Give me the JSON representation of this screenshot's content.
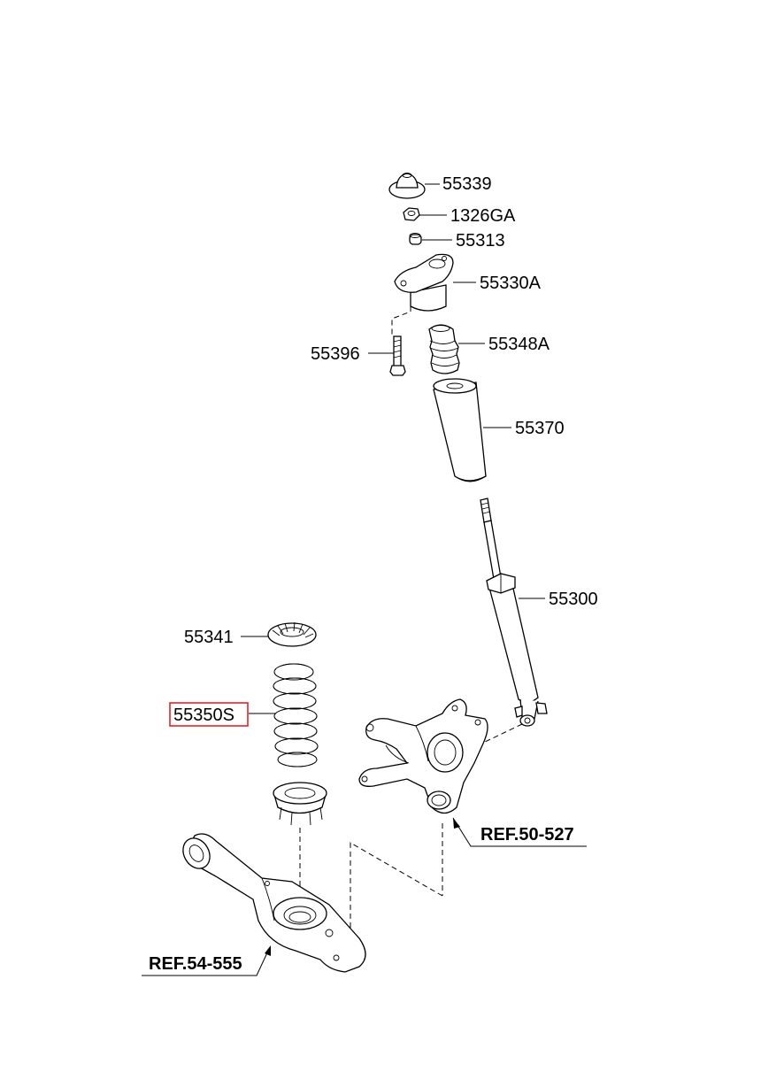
{
  "labels": {
    "p55339": "55339",
    "p1326ga": "1326GA",
    "p55313": "55313",
    "p55330a": "55330A",
    "p55396": "55396",
    "p55348a": "55348A",
    "p55370": "55370",
    "p55300": "55300",
    "p55341": "55341",
    "p55350s": "55350S"
  },
  "refs": {
    "knuckle": "REF.50-527",
    "arm": "REF.54-555"
  },
  "colors": {
    "highlight": "#e0252b",
    "line": "#000000",
    "background": "#ffffff"
  }
}
